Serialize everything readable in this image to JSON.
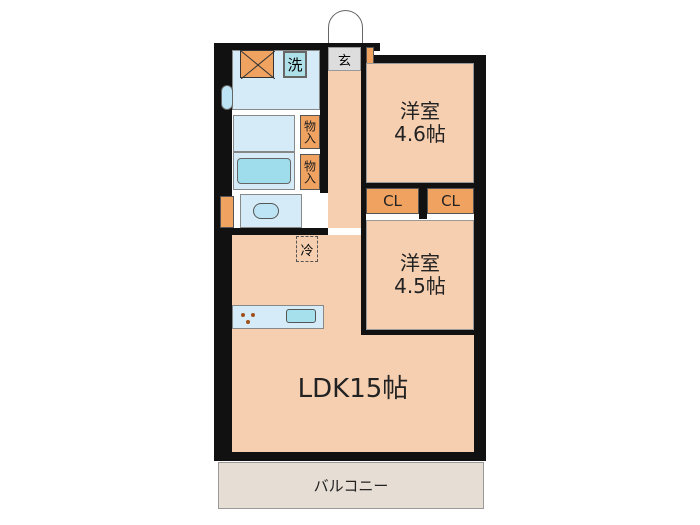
{
  "rooms": {
    "western1": {
      "name": "洋室",
      "size": "4.6帖"
    },
    "western2": {
      "name": "洋室",
      "size": "4.5帖"
    },
    "ldk": "LDK15帖",
    "balcony": "バルコニー",
    "closet1": "CL",
    "closet2": "CL",
    "entrance": "玄",
    "laundry": "洗",
    "storage1": "物入",
    "storage2": "物入",
    "fridge": "冷"
  },
  "colors": {
    "room": "#f6cfb1",
    "wet": "#d5ebf7",
    "storage": "#f0a261",
    "balcony": "#e6ddd4",
    "wall": "#111111"
  }
}
